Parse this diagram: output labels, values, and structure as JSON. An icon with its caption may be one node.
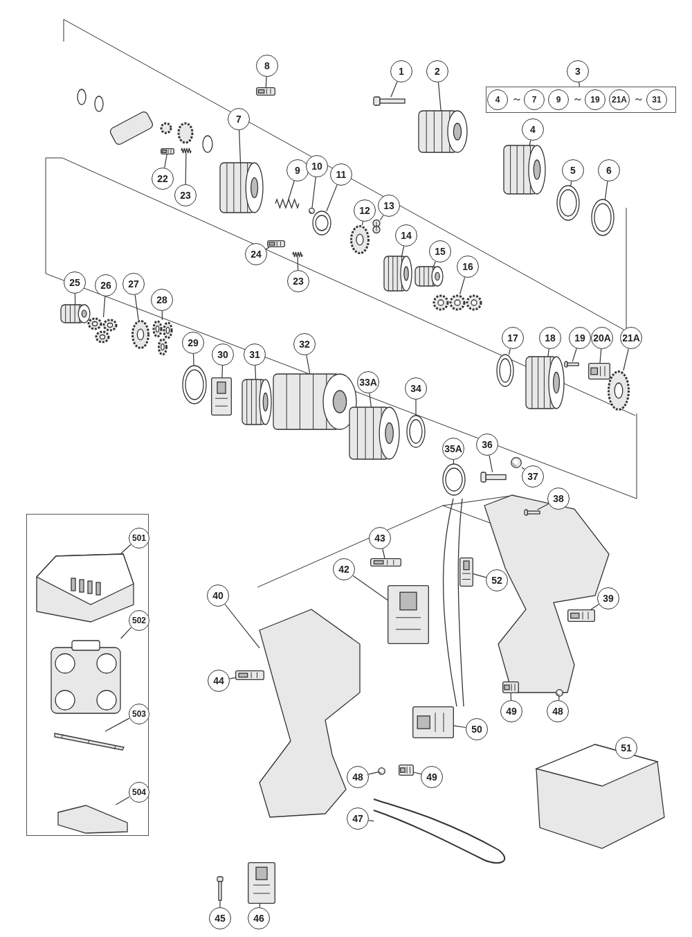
{
  "diagram": {
    "nodes": [
      {
        "text": [
          "1"
        ]
      },
      {
        "text": [
          "2"
        ]
      },
      {
        "text": [
          "3"
        ]
      },
      {
        "text": [],
        "shape": "box"
      },
      {
        "text": [
          "4"
        ],
        "in": 3
      },
      {
        "text": [
          "7"
        ],
        "in": 3
      },
      {
        "text": [
          "9"
        ],
        "in": 3
      },
      {
        "text": [
          "19"
        ],
        "in": 3
      },
      {
        "text": [
          "21A"
        ],
        "in": 3
      },
      {
        "text": [
          "31"
        ],
        "in": 3
      },
      {
        "text": [
          "4"
        ]
      },
      {
        "text": [
          "5"
        ]
      },
      {
        "text": [
          "6"
        ]
      },
      {
        "text": [
          "7"
        ]
      },
      {
        "text": [
          "8"
        ]
      },
      {
        "text": [
          "9"
        ]
      },
      {
        "text": [
          "10"
        ]
      },
      {
        "text": [
          "11"
        ]
      },
      {
        "text": [
          "12"
        ]
      },
      {
        "text": [
          "13"
        ]
      },
      {
        "text": [
          "14"
        ]
      },
      {
        "text": [
          "15"
        ]
      },
      {
        "text": [
          "16"
        ]
      },
      {
        "text": [
          "17"
        ]
      },
      {
        "text": [
          "18"
        ]
      },
      {
        "text": [
          "19"
        ]
      },
      {
        "text": [
          "20A"
        ]
      },
      {
        "text": [
          "21A"
        ]
      },
      {
        "text": [
          "22"
        ]
      },
      {
        "text": [
          "23"
        ]
      },
      {
        "text": [
          "24"
        ]
      },
      {
        "text": [
          "23"
        ]
      },
      {
        "text": [
          "25"
        ]
      },
      {
        "text": [
          "26"
        ]
      },
      {
        "text": [
          "27"
        ]
      },
      {
        "text": [
          "28"
        ]
      },
      {
        "text": [
          "29"
        ]
      },
      {
        "text": [
          "30"
        ]
      },
      {
        "text": [
          "31"
        ]
      },
      {
        "text": [
          "32"
        ]
      },
      {
        "text": [
          "33A"
        ]
      },
      {
        "text": [
          "34"
        ]
      },
      {
        "text": [
          "35A"
        ]
      },
      {
        "text": [
          "36"
        ]
      },
      {
        "text": [
          "37"
        ]
      },
      {
        "text": [
          "38"
        ]
      },
      {
        "text": [
          "40"
        ]
      },
      {
        "text": [
          "42"
        ]
      },
      {
        "text": [
          "43"
        ]
      },
      {
        "text": [
          "52"
        ]
      },
      {
        "text": [
          "39"
        ]
      },
      {
        "text": [
          "44"
        ]
      },
      {
        "text": [
          "50"
        ]
      },
      {
        "text": [
          "49"
        ]
      },
      {
        "text": [
          "48"
        ]
      },
      {
        "text": [
          "51"
        ]
      },
      {
        "text": [
          "48"
        ]
      },
      {
        "text": [
          "49"
        ]
      },
      {
        "text": [
          "47"
        ]
      },
      {
        "text": [
          "45"
        ]
      },
      {
        "text": [
          "46"
        ]
      },
      {
        "text": [],
        "shape": "box"
      },
      {
        "text": [
          "501"
        ],
        "in": 61
      },
      {
        "text": [
          "502"
        ],
        "in": 61
      },
      {
        "text": [
          "503"
        ],
        "in": 61
      },
      {
        "text": [
          "504"
        ],
        "in": 61
      },
      {
        "text": [],
        "shape": "picture"
      },
      {
        "text": [],
        "shape": "picture"
      },
      {
        "text": [],
        "shape": "picture"
      },
      {
        "text": [],
        "shape": "picture"
      },
      {
        "text": [],
        "shape": "picture"
      },
      {
        "text": [],
        "shape": "picture"
      },
      {
        "text": [],
        "shape": "picture"
      },
      {
        "text": [],
        "shape": "picture"
      },
      {
        "text": [],
        "shape": "picture"
      },
      {
        "text": [],
        "shape": "picture"
      },
      {
        "text": [],
        "shape": "picture"
      },
      {
        "text": [],
        "shape": "picture"
      },
      {
        "text": [],
        "shape": "picture"
      },
      {
        "text": [],
        "shape": "picture"
      },
      {
        "text": [],
        "shape": "picture"
      },
      {
        "text": [],
        "shape": "picture"
      },
      {
        "text": [],
        "shape": "picture"
      },
      {
        "text": [],
        "shape": "picture"
      },
      {
        "text": [],
        "shape": "picture"
      },
      {
        "text": [],
        "shape": "picture"
      },
      {
        "text": [],
        "shape": "picture"
      },
      {
        "text": [],
        "shape": "picture"
      },
      {
        "text": [],
        "shape": "picture"
      },
      {
        "text": [],
        "shape": "picture"
      },
      {
        "text": [],
        "shape": "picture"
      },
      {
        "text": [],
        "shape": "picture"
      },
      {
        "text": [],
        "shape": "picture"
      },
      {
        "text": [],
        "shape": "picture"
      },
      {
        "text": [],
        "shape": "picture"
      },
      {
        "text": [],
        "shape": "picture"
      },
      {
        "text": [],
        "shape": "picture"
      },
      {
        "text": [],
        "shape": "picture"
      },
      {
        "text": [],
        "shape": "picture"
      },
      {
        "text": [],
        "shape": "picture"
      },
      {
        "text": [],
        "shape": "picture"
      },
      {
        "text": [],
        "shape": "picture"
      },
      {
        "text": [],
        "shape": "picture"
      },
      {
        "text": [],
        "shape": "picture"
      },
      {
        "text": [],
        "shape": "picture"
      },
      {
        "text": [],
        "shape": "picture"
      },
      {
        "text": [],
        "shape": "picture"
      },
      {
        "text": [],
        "shape": "picture"
      },
      {
        "text": [],
        "shape": "picture"
      },
      {
        "text": [],
        "shape": "picture"
      },
      {
        "text": [],
        "shape": "picture"
      },
      {
        "text": [],
        "shape": "picture"
      },
      {
        "text": [],
        "shape": "picture"
      },
      {
        "text": [],
        "shape": "picture"
      },
      {
        "text": [],
        "shape": "picture"
      },
      {
        "text": [],
        "shape": "picture"
      },
      {
        "text": [],
        "shape": "picture"
      },
      {
        "text": [],
        "shape": "picture"
      },
      {
        "text": [],
        "shape": "picture"
      },
      {
        "text": [],
        "shape": "picture",
        "in": 61
      },
      {
        "text": [],
        "shape": "picture",
        "in": 61
      },
      {
        "text": [],
        "shape": "picture",
        "in": 61
      },
      {
        "text": [],
        "shape": "picture",
        "in": 61
      }
    ],
    "edges": [
      {
        "from": 2,
        "to": 3,
        "arrow": "none"
      },
      {
        "from": 0,
        "to": 66,
        "arrow": "none"
      },
      {
        "from": 1,
        "to": 67,
        "arrow": "none"
      },
      {
        "from": 10,
        "to": 68,
        "arrow": "none"
      },
      {
        "from": 11,
        "to": 69,
        "arrow": "none"
      },
      {
        "from": 12,
        "to": 70,
        "arrow": "none"
      },
      {
        "from": 13,
        "to": 71,
        "arrow": "none"
      },
      {
        "from": 14,
        "to": 72,
        "arrow": "none"
      },
      {
        "from": 15,
        "to": 73,
        "arrow": "none"
      },
      {
        "from": 16,
        "to": 74,
        "arrow": "none"
      },
      {
        "from": 17,
        "to": 75,
        "arrow": "none"
      },
      {
        "from": 18,
        "to": 76,
        "arrow": "none"
      },
      {
        "from": 19,
        "to": 77,
        "arrow": "none"
      },
      {
        "from": 20,
        "to": 78,
        "arrow": "none"
      },
      {
        "from": 21,
        "to": 79,
        "arrow": "none"
      },
      {
        "from": 22,
        "to": 80,
        "arrow": "none"
      },
      {
        "from": 23,
        "to": 81,
        "arrow": "none"
      },
      {
        "from": 24,
        "to": 82,
        "arrow": "none"
      },
      {
        "from": 25,
        "to": 83,
        "arrow": "none"
      },
      {
        "from": 26,
        "to": 84,
        "arrow": "none"
      },
      {
        "from": 27,
        "to": 85,
        "arrow": "none"
      },
      {
        "from": 28,
        "to": 86,
        "arrow": "none"
      },
      {
        "from": 29,
        "to": 87,
        "arrow": "none"
      },
      {
        "from": 30,
        "to": 88,
        "arrow": "none"
      },
      {
        "from": 31,
        "to": 89,
        "arrow": "none"
      },
      {
        "from": 32,
        "to": 90,
        "arrow": "none"
      },
      {
        "from": 33,
        "to": 91,
        "arrow": "none"
      },
      {
        "from": 34,
        "to": 92,
        "arrow": "none"
      },
      {
        "from": 35,
        "to": 93,
        "arrow": "none"
      },
      {
        "from": 36,
        "to": 94,
        "arrow": "none"
      },
      {
        "from": 37,
        "to": 95,
        "arrow": "none"
      },
      {
        "from": 38,
        "to": 96,
        "arrow": "none"
      },
      {
        "from": 39,
        "to": 97,
        "arrow": "none"
      },
      {
        "from": 40,
        "to": 98,
        "arrow": "none"
      },
      {
        "from": 41,
        "to": 99,
        "arrow": "none"
      },
      {
        "from": 42,
        "to": 100,
        "arrow": "none"
      },
      {
        "from": 43,
        "to": 101,
        "arrow": "none"
      },
      {
        "from": 44,
        "to": 102,
        "arrow": "none"
      },
      {
        "from": 45,
        "to": 103,
        "arrow": "none"
      },
      {
        "from": 46,
        "to": 104,
        "arrow": "none"
      },
      {
        "from": 47,
        "to": 105,
        "arrow": "none"
      },
      {
        "from": 48,
        "to": 106,
        "arrow": "none"
      },
      {
        "from": 49,
        "to": 107,
        "arrow": "none"
      },
      {
        "from": 50,
        "to": 108,
        "arrow": "none"
      },
      {
        "from": 51,
        "to": 109,
        "arrow": "none"
      },
      {
        "from": 52,
        "to": 110,
        "arrow": "none"
      },
      {
        "from": 53,
        "to": 111,
        "arrow": "none"
      },
      {
        "from": 54,
        "to": 112,
        "arrow": "none"
      },
      {
        "from": 55,
        "to": 113,
        "arrow": "none"
      },
      {
        "from": 56,
        "to": 114,
        "arrow": "none"
      },
      {
        "from": 57,
        "to": 115,
        "arrow": "none"
      },
      {
        "from": 58,
        "to": 116,
        "arrow": "none"
      },
      {
        "from": 59,
        "to": 117,
        "arrow": "none"
      },
      {
        "from": 60,
        "to": 118,
        "arrow": "none"
      },
      {
        "from": 62,
        "to": 119,
        "arrow": "none"
      },
      {
        "from": 63,
        "to": 120,
        "arrow": "none"
      },
      {
        "from": 64,
        "to": 121,
        "arrow": "none"
      },
      {
        "from": 65,
        "to": 122,
        "arrow": "none"
      }
    ],
    "labels": [
      "～",
      "～",
      "～"
    ]
  }
}
